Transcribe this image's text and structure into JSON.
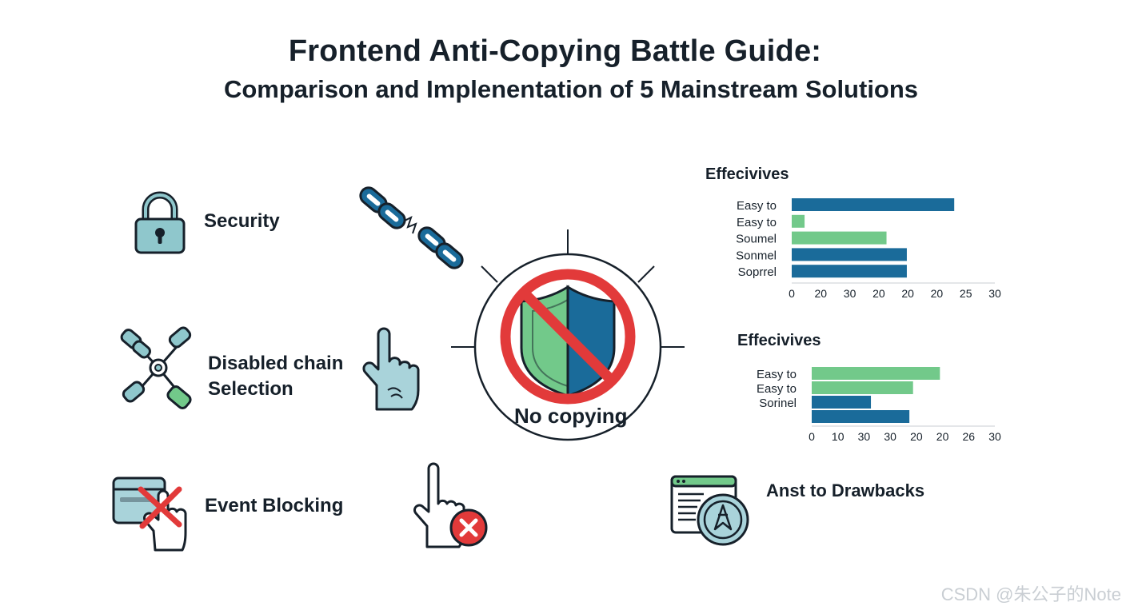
{
  "header": {
    "title": "Frontend Anti-Copying Battle Guide:",
    "subtitle": "Comparison and Implenentation of 5 Mainstream Solutions"
  },
  "features": {
    "security": "Security",
    "disabled_chain_line1": "Disabled chain",
    "disabled_chain_line2": "Selection",
    "event_blocking": "Event Blocking",
    "drawbacks": "Anst to Drawbacks"
  },
  "center": {
    "label": "No copying"
  },
  "colors": {
    "blue": "#1a6b9a",
    "green": "#72c98a",
    "red": "#e23a3a",
    "teal": "#8fc7cc"
  },
  "icons": [
    "lock-icon",
    "broken-chain-icon",
    "network-chain-icon",
    "pointing-hand-icon",
    "blocked-window-icon",
    "cursor-blocked-icon",
    "shield-icon",
    "browser-shield-icon"
  ],
  "chart_data": [
    {
      "type": "bar",
      "orientation": "horizontal",
      "title": "Effecivives",
      "categories": [
        "Easy to",
        "Easy to",
        "Soumel",
        "Sonmel",
        "Soprrel"
      ],
      "values": [
        24,
        1.9,
        14,
        17,
        17
      ],
      "bar_colors": [
        "#1a6b9a",
        "#72c98a",
        "#72c98a",
        "#1a6b9a",
        "#1a6b9a"
      ],
      "x_tick_labels": [
        "0",
        "20",
        "30",
        "20",
        "20",
        "20",
        "25",
        "30"
      ],
      "xlim": [
        0,
        30
      ]
    },
    {
      "type": "bar",
      "orientation": "horizontal",
      "title": "Effecivives",
      "categories": [
        "Easy to",
        "Easy to",
        "Sorinel",
        ""
      ],
      "values": [
        21,
        16.6,
        9.7,
        16
      ],
      "bar_colors": [
        "#72c98a",
        "#72c98a",
        "#1a6b9a",
        "#1a6b9a"
      ],
      "x_tick_labels": [
        "0",
        "10",
        "30",
        "30",
        "20",
        "20",
        "26",
        "30"
      ],
      "xlim": [
        0,
        30
      ]
    }
  ],
  "watermark": "CSDN @朱公子的Note"
}
